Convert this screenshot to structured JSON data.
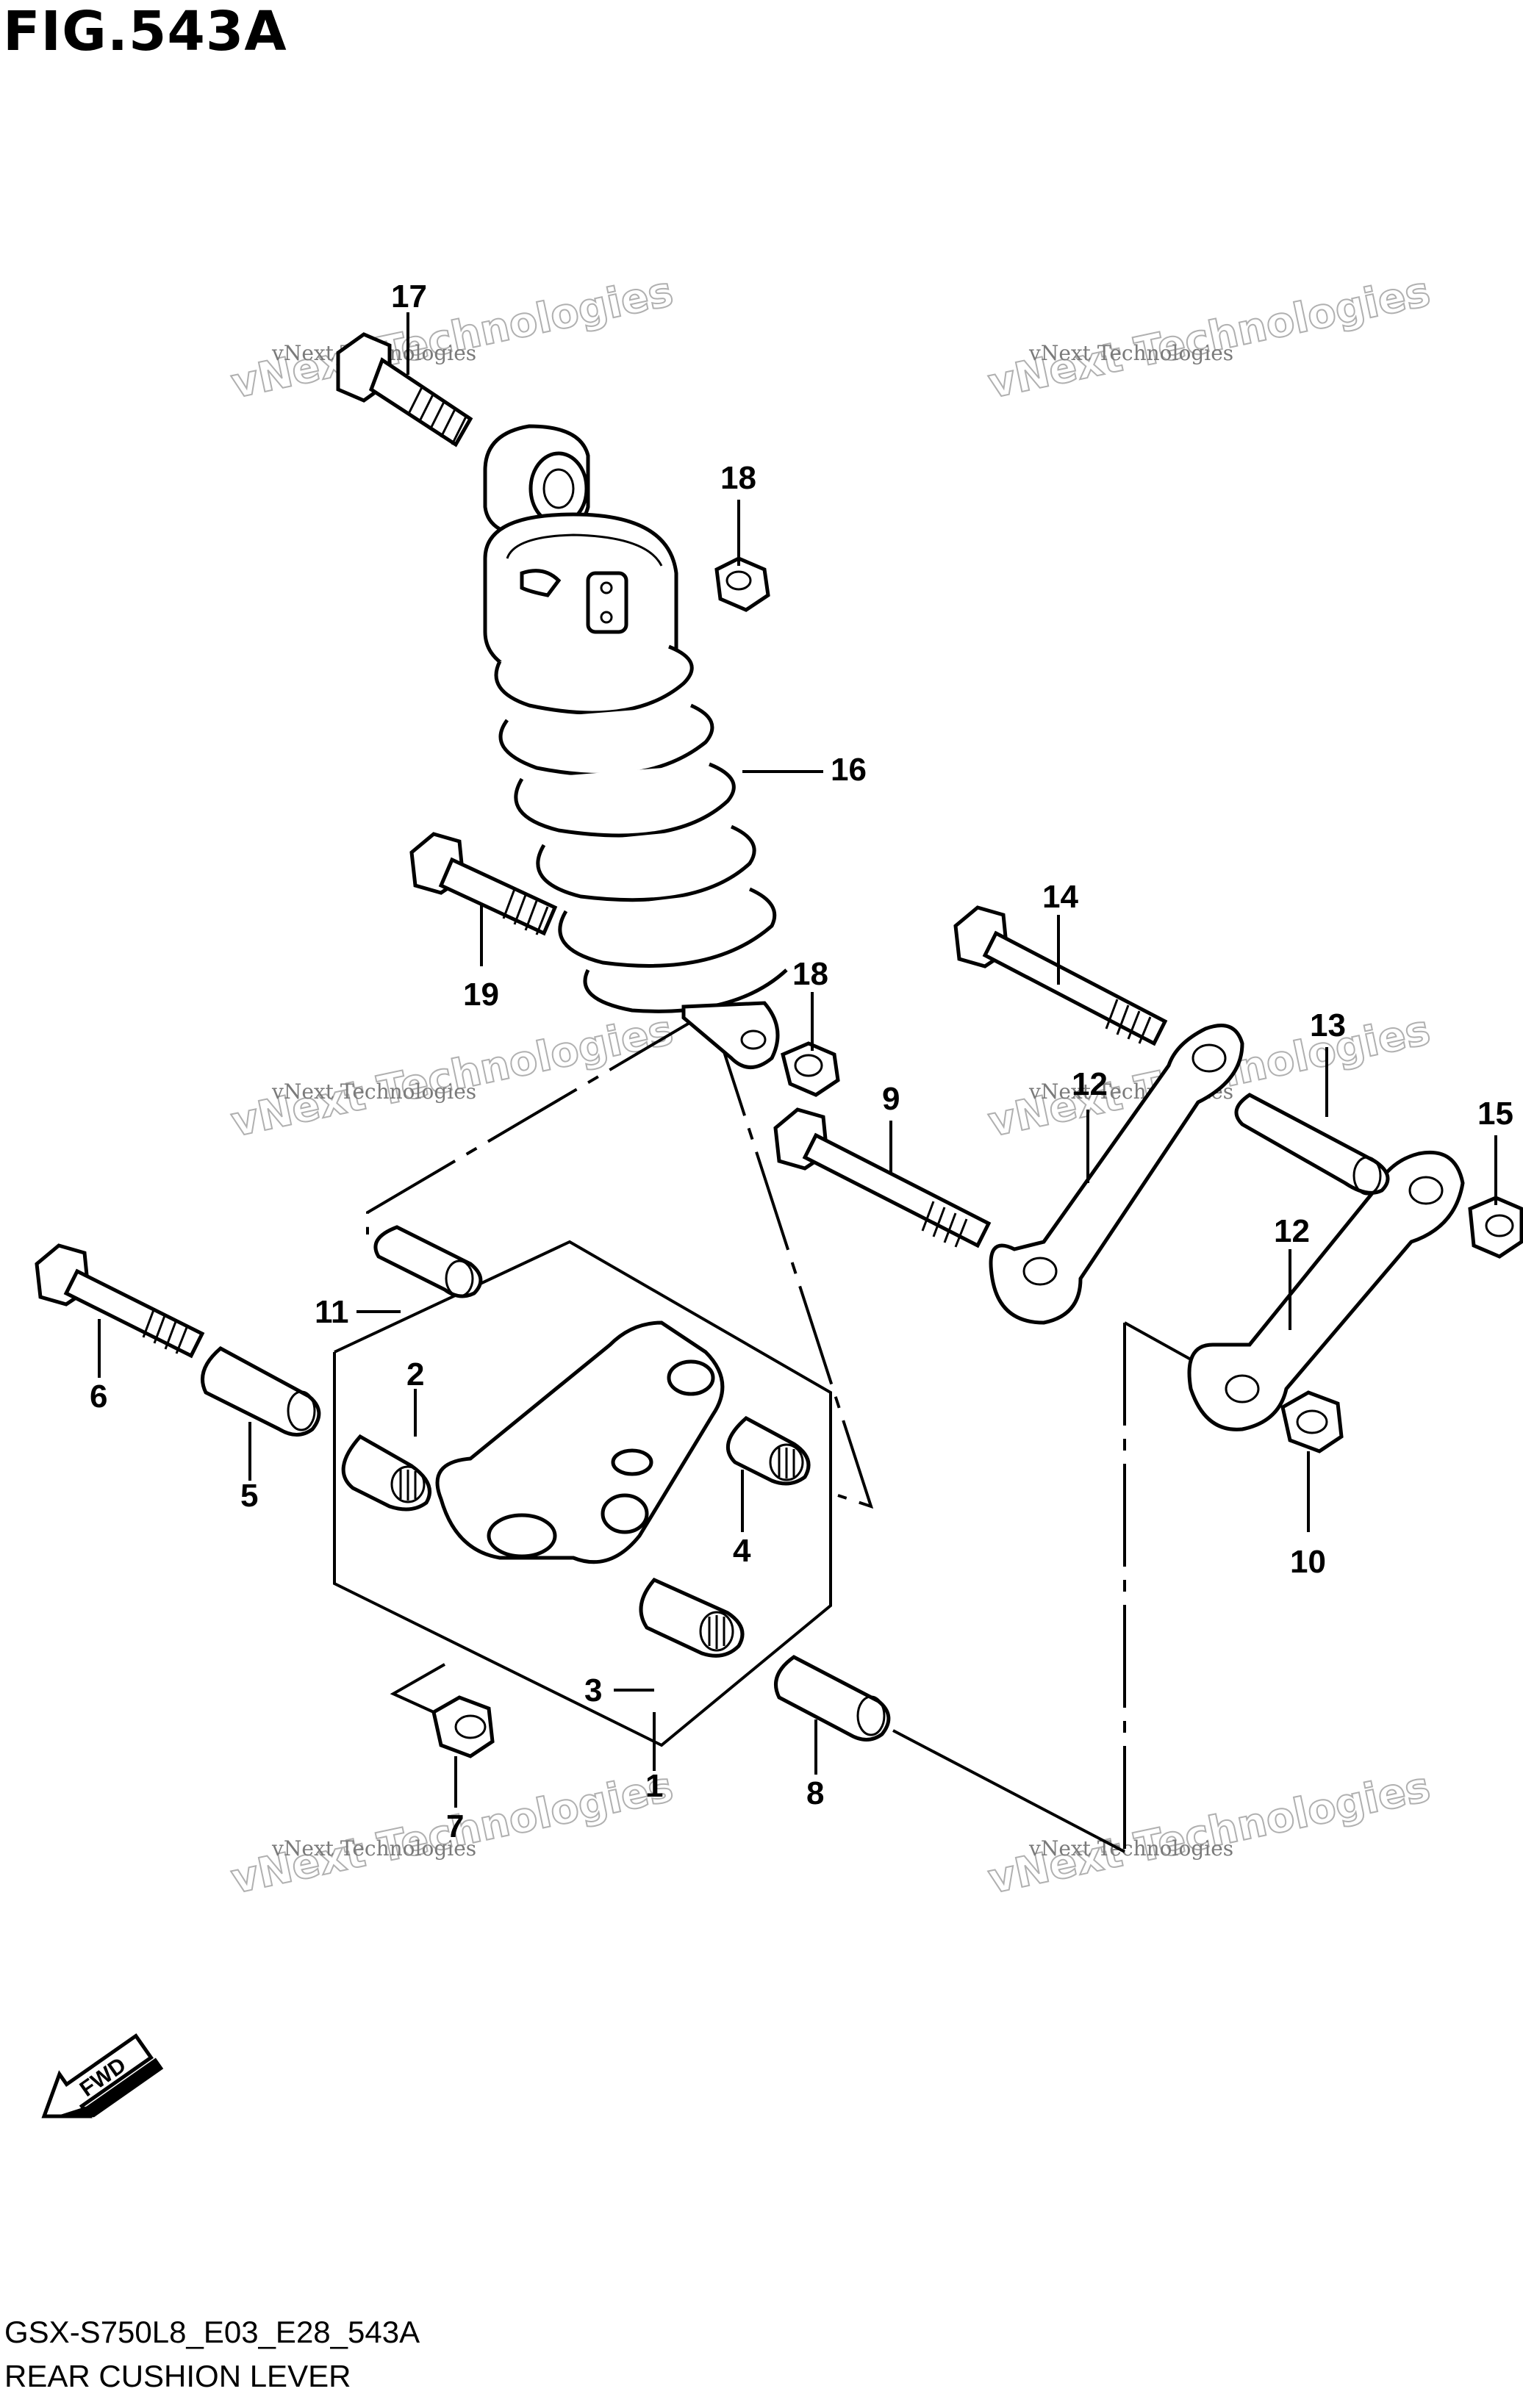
{
  "figure": {
    "title": "FIG.543A",
    "code": "GSX-S750L8_E03_E28_543A",
    "name": "REAR CUSHION LEVER",
    "fwd_label": "FWD"
  },
  "watermark": {
    "line1": "vNext Technologies",
    "line2": "vNext Technologies"
  },
  "callouts": {
    "c1": "1",
    "c2": "2",
    "c3": "3",
    "c4": "4",
    "c5": "5",
    "c6": "6",
    "c7": "7",
    "c8": "8",
    "c9": "9",
    "c10": "10",
    "c11": "11",
    "c12a": "12",
    "c12b": "12",
    "c13": "13",
    "c14": "14",
    "c15": "15",
    "c16": "16",
    "c17": "17",
    "c18a": "18",
    "c18b": "18",
    "c19": "19"
  }
}
